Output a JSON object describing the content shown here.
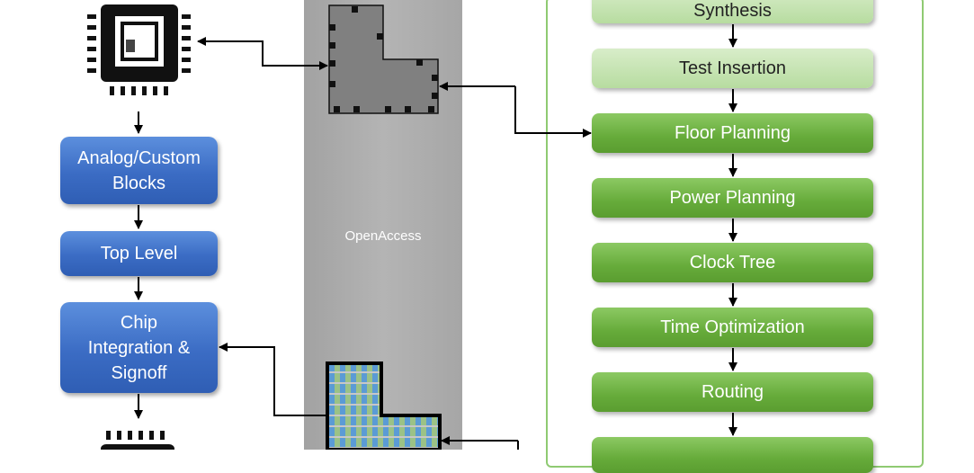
{
  "middle": {
    "label": "OpenAccess"
  },
  "left_flow": [
    {
      "id": "analog",
      "label": "Analog/Custom Blocks"
    },
    {
      "id": "top",
      "label": "Top Level"
    },
    {
      "id": "chip",
      "label": "Chip Integration & Signoff"
    }
  ],
  "right_flow": [
    {
      "id": "synthesis",
      "label": "Synthesis",
      "style": "light"
    },
    {
      "id": "test",
      "label": "Test Insertion",
      "style": "light"
    },
    {
      "id": "floor",
      "label": "Floor Planning",
      "style": "dark"
    },
    {
      "id": "power",
      "label": "Power Planning",
      "style": "dark"
    },
    {
      "id": "clock",
      "label": "Clock Tree",
      "style": "dark"
    },
    {
      "id": "time",
      "label": "Time Optimization",
      "style": "dark"
    },
    {
      "id": "routing",
      "label": "Routing",
      "style": "dark"
    },
    {
      "id": "last",
      "label": "",
      "style": "dark"
    }
  ],
  "colors": {
    "blue": "#3b6cc4",
    "green": "#66ab3a",
    "light_green": "#c8e6b4",
    "gray": "#aaaaaa"
  }
}
